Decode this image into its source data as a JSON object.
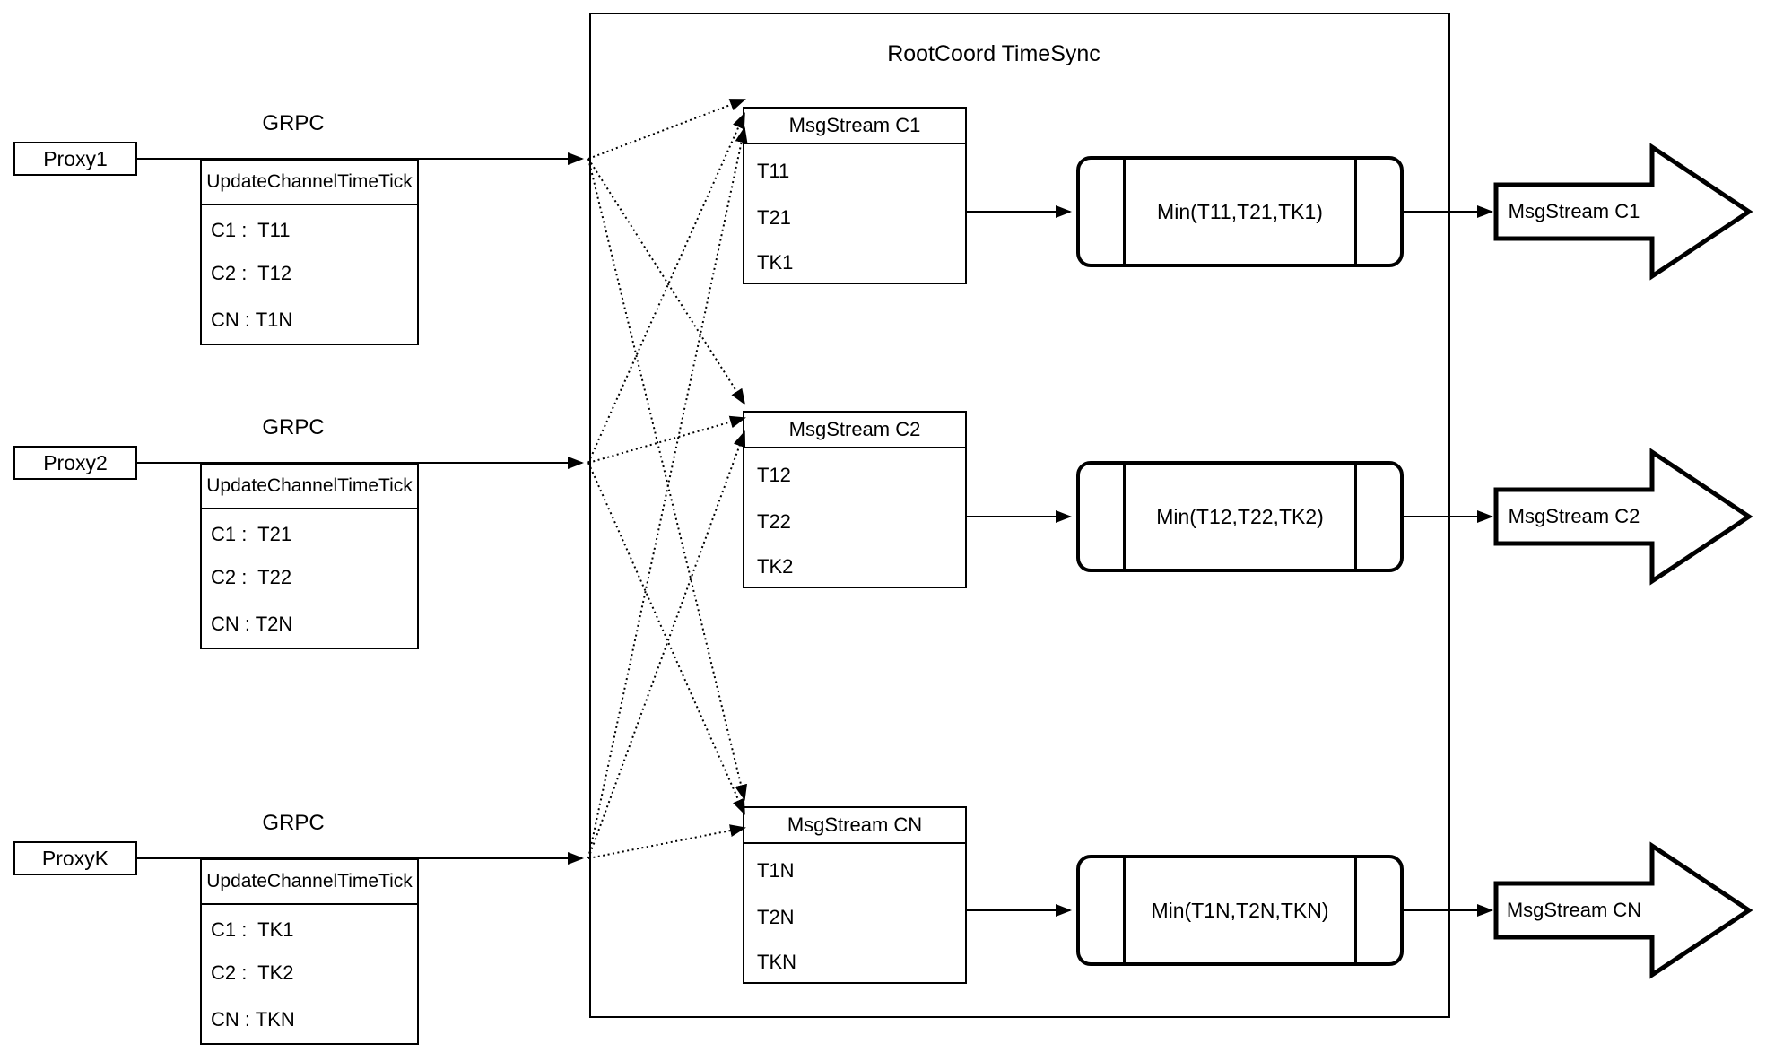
{
  "diagram": {
    "title": "RootCoord TimeSync",
    "rows": [
      {
        "proxy_label": "Proxy1",
        "protocol_label": "GRPC",
        "request_table": {
          "header": "UpdateChannelTimeTick",
          "rows": [
            "C1 :  T11",
            "C2 :  T12",
            "CN : T1N"
          ]
        },
        "stream_table": {
          "header": "MsgStream C1",
          "rows": [
            "T11",
            "T21",
            "TK1"
          ]
        },
        "min_label": "Min(T11,T21,TK1)",
        "output_label": "MsgStream C1"
      },
      {
        "proxy_label": "Proxy2",
        "protocol_label": "GRPC",
        "request_table": {
          "header": "UpdateChannelTimeTick",
          "rows": [
            "C1 :  T21",
            "C2 :  T22",
            "CN : T2N"
          ]
        },
        "stream_table": {
          "header": "MsgStream C2",
          "rows": [
            "T12",
            "T22",
            "TK2"
          ]
        },
        "min_label": "Min(T12,T22,TK2)",
        "output_label": "MsgStream C2"
      },
      {
        "proxy_label": "ProxyK",
        "protocol_label": "GRPC",
        "request_table": {
          "header": "UpdateChannelTimeTick",
          "rows": [
            "C1 :  TK1",
            "C2 :  TK2",
            "CN : TKN"
          ]
        },
        "stream_table": {
          "header": "MsgStream CN",
          "rows": [
            "T1N",
            "T2N",
            "TKN"
          ]
        },
        "min_label": "Min(T1N,T2N,TKN)",
        "output_label": "MsgStream CN"
      }
    ],
    "line_color": "#000000",
    "background_color": "#ffffff"
  }
}
